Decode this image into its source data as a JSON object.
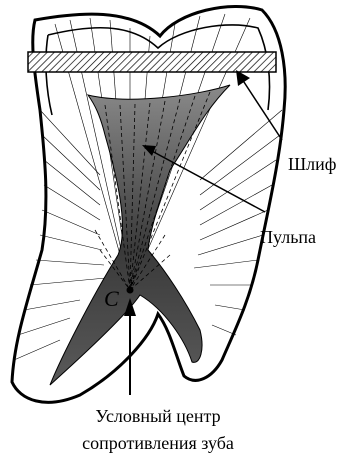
{
  "labels": {
    "section": "Шлиф",
    "pulp": "Пульпа",
    "point": "C",
    "center_line1": "Условный центр",
    "center_line2": "сопротивления зуба"
  }
}
